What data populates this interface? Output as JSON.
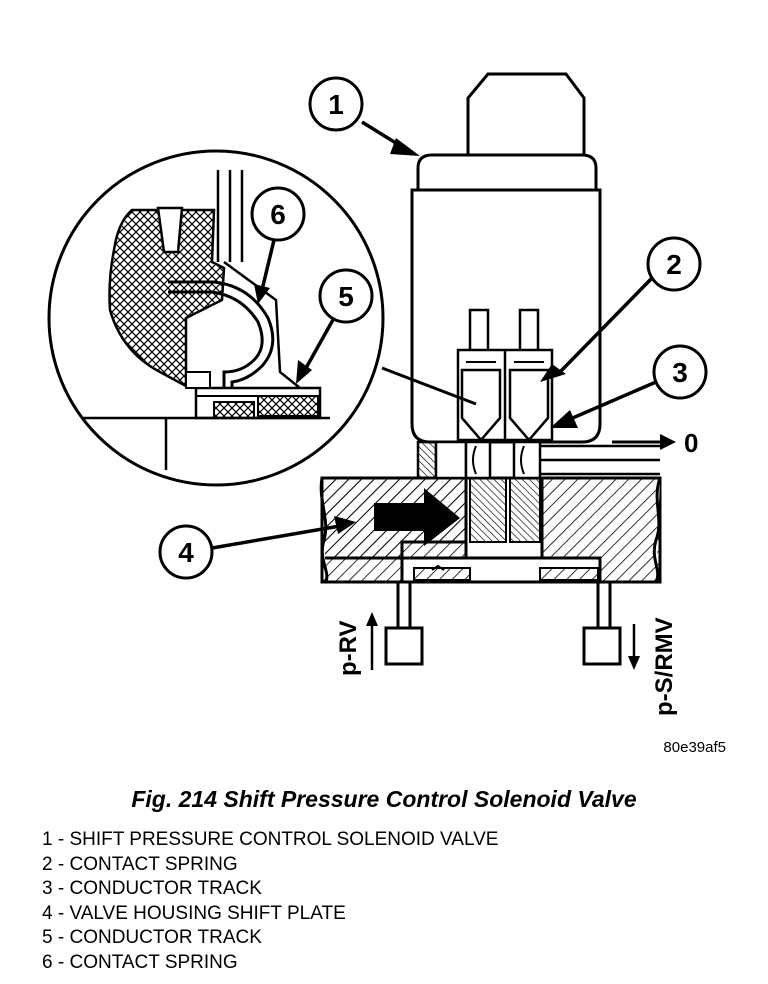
{
  "figure": {
    "caption": "Fig. 214 Shift Pressure Control Solenoid Valve",
    "image_code": "80e39af5"
  },
  "callouts": [
    "1",
    "2",
    "3",
    "4",
    "5",
    "6"
  ],
  "flow_labels": {
    "output": "0",
    "port_left": "p-RV",
    "port_right": "p-S/RMV"
  },
  "legend": [
    {
      "num": "1",
      "text": "SHIFT PRESSURE CONTROL SOLENOID VALVE"
    },
    {
      "num": "2",
      "text": "CONTACT SPRING"
    },
    {
      "num": "3",
      "text": "CONDUCTOR TRACK"
    },
    {
      "num": "4",
      "text": "VALVE HOUSING SHIFT PLATE"
    },
    {
      "num": "5",
      "text": "CONDUCTOR TRACK"
    },
    {
      "num": "6",
      "text": "CONTACT SPRING"
    }
  ]
}
